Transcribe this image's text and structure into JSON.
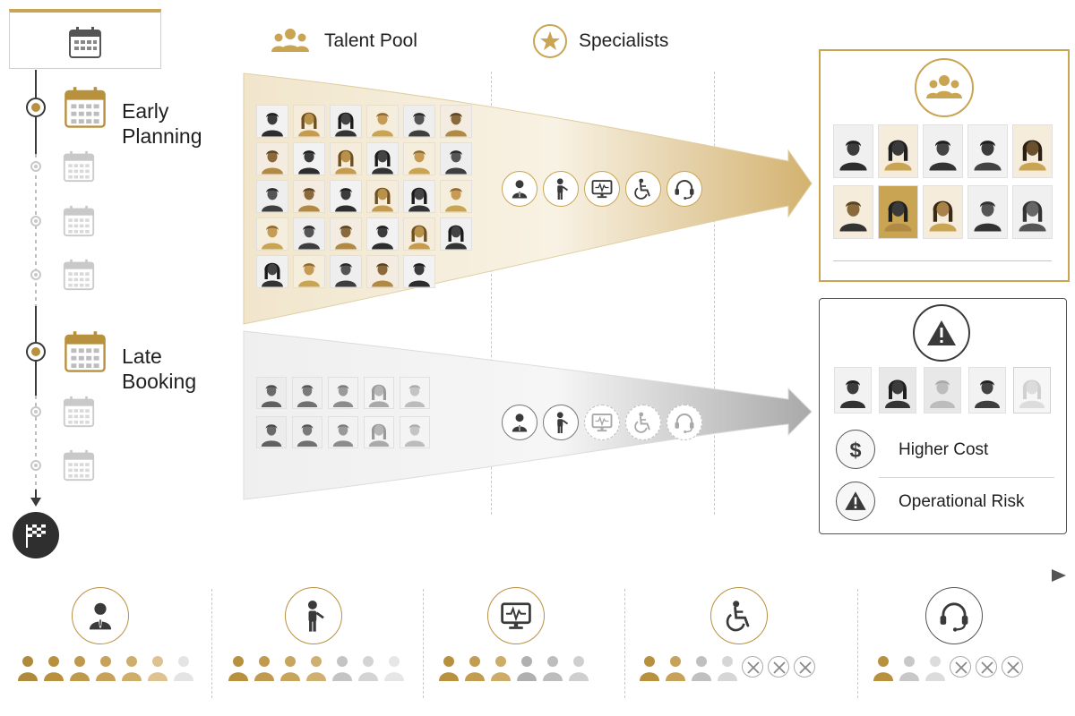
{
  "header": {
    "talent_pool_label": "Talent Pool",
    "talent_pool_icon": "group-icon",
    "specialists_label": "Specialists",
    "specialists_icon": "star-icon"
  },
  "timeline": {
    "top_icon": "calendar-icon",
    "end_icon": "checkered-flag-icon",
    "early_label_line1": "Early",
    "early_label_line2": "Planning",
    "late_label_line1": "Late",
    "late_label_line2": "Booking"
  },
  "early_funnel": {
    "pool_count": 29,
    "specialist_icons": [
      "businessman-icon",
      "presenter-icon",
      "monitor-icon",
      "wheelchair-icon",
      "headset-icon"
    ]
  },
  "late_funnel": {
    "pool_count": 10,
    "specialist_icons": [
      "businessman-icon",
      "presenter-icon",
      "monitor-icon",
      "wheelchair-icon",
      "headset-icon"
    ],
    "unavailable_specialists": 3
  },
  "early_result": {
    "icon": "group-icon",
    "candidate_count": 10
  },
  "late_result": {
    "icon": "warning-icon",
    "candidate_count": 5,
    "items": [
      {
        "icon": "dollar-icon",
        "label": "Higher Cost"
      },
      {
        "icon": "warning-icon",
        "label": "Operational Risk"
      }
    ]
  },
  "bottom_categories": [
    {
      "icon": "businessman-icon",
      "available": 7,
      "unavailable": 0
    },
    {
      "icon": "presenter-icon",
      "available": 7,
      "unavailable": 0
    },
    {
      "icon": "monitor-icon",
      "available": 6,
      "unavailable": 0
    },
    {
      "icon": "wheelchair-icon",
      "available": 4,
      "unavailable": 3
    },
    {
      "icon": "headset-icon",
      "available": 3,
      "unavailable": 3
    }
  ],
  "colors": {
    "gold": "#b8913f",
    "gold_light": "#d9c08a",
    "dark": "#2b2b2b",
    "gray": "#9a9a9a",
    "light_gray": "#d4d4d4"
  }
}
